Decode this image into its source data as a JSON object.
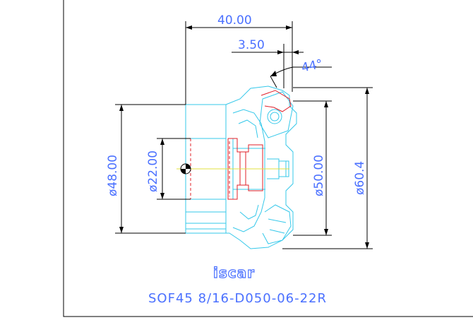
{
  "colors": {
    "dimension": "#4a70ff",
    "tool_outline": "#35c8ea",
    "bore": "#e0202a",
    "centerline": "#e0e040",
    "frame": "#000000"
  },
  "dimensions": {
    "length": "40.00",
    "offset": "3.50",
    "angle": "44°",
    "body_diameter": "ø48.00",
    "bore_diameter": "ø22.00",
    "cutting_diameter": "ø50.00",
    "outer_diameter": "ø60.4"
  },
  "logo": {
    "text": "iscar"
  },
  "designation": "SOF45 8/16-D050-06-22R"
}
